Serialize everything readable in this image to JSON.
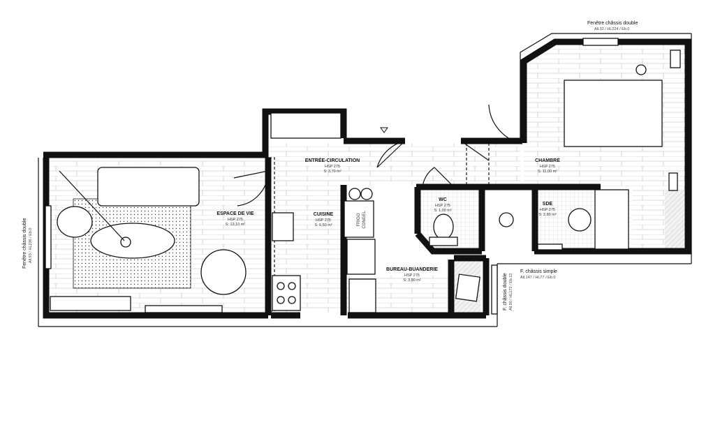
{
  "rooms": {
    "espace_de_vie": {
      "name": "ESPACE DE VIE",
      "hsp": "HSP 275",
      "surface": "S: 13,10 m²"
    },
    "entree": {
      "name": "ENTRÉE-CIRCULATION",
      "hsp": "HSP 275",
      "surface": "S: 3,70 m²"
    },
    "cuisine": {
      "name": "CUISINE",
      "hsp": "HSP 275",
      "surface": "S: 6,50 m²"
    },
    "chambre": {
      "name": "CHAMBRE",
      "hsp": "HSP 275",
      "surface": "S: 11,00 m²"
    },
    "wc": {
      "name": "WC",
      "hsp": "HSP 275",
      "surface": "S: 1,00 m²"
    },
    "sde": {
      "name": "SDE",
      "hsp": "HSP 275",
      "surface": "S: 2,80 m²"
    },
    "bureau": {
      "name": "BUREAU-BUANDERIE",
      "hsp": "HSP 275",
      "surface": "S: 3,90 m²"
    }
  },
  "fridge": {
    "line1": "FRIGO",
    "line2": "CONGEL"
  },
  "windows": {
    "top": {
      "name": "Fenêtre châssis double",
      "spec": "All.32 / HL224 / Eb.0"
    },
    "left": {
      "name": "Fenêtre châssis double",
      "spec": "All.93 / HL236 / Eb.0"
    },
    "bureau": {
      "name": "F. châssis double",
      "spec": "All.90 / HL172 / Eb.12"
    },
    "sde": {
      "name": "F. châssis simple",
      "spec": "All.147 / HL77 / Eb.0"
    }
  }
}
